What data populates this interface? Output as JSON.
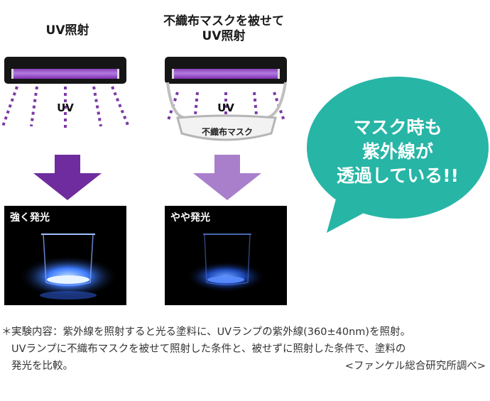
{
  "left_panel": {
    "title": "UV照射",
    "uv_label": "UV",
    "photo_label": "強く発光"
  },
  "right_panel": {
    "title_line1": "不織布マスクを被せて",
    "title_line2": "UV照射",
    "uv_label": "UV",
    "mask_label": "不織布マスク",
    "photo_label": "やや発光"
  },
  "bubble": {
    "line1": "マスク時も",
    "line2": "紫外線が",
    "line3": "透過している!!"
  },
  "footnote": {
    "mark": "＊",
    "line1": "実験内容：紫外線を照射すると光る塗料に、UVランプの紫外線(360±40nm)を照射。",
    "line2": "UVランプに不織布マスクを被せて照射した条件と、被せずに照射した条件で、塗料の",
    "line3": "発光を比較。",
    "source": "<ファンケル総合研究所調べ>"
  },
  "colors": {
    "uv_purple": "#7b3aa4",
    "arrow_dark": "#6f2c9e",
    "arrow_light": "#a97fcb",
    "bubble_teal": "#27b5a6",
    "glow_blue": "#3f7cff"
  }
}
